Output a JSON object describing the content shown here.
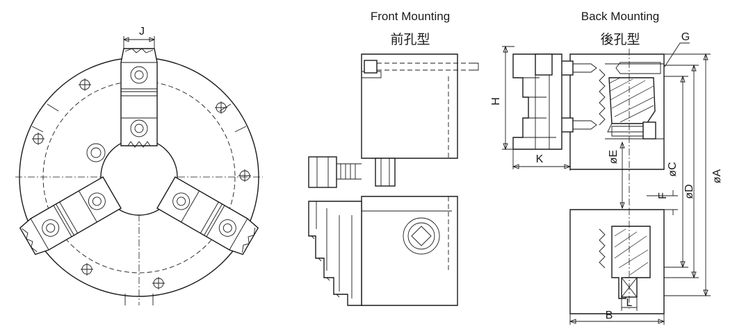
{
  "views": {
    "front": {
      "title": "Front Mounting",
      "subtitle": "前孔型"
    },
    "back": {
      "title": "Back Mounting",
      "subtitle": "後孔型"
    }
  },
  "dimensions": {
    "J": "J",
    "H": "H",
    "K": "K",
    "E": "øE",
    "C": "øC",
    "D": "øD",
    "A": "øA",
    "F": "F",
    "G": "G",
    "B": "B",
    "L": "L"
  },
  "colors": {
    "line": "#1a1a1a",
    "background": "#ffffff"
  }
}
